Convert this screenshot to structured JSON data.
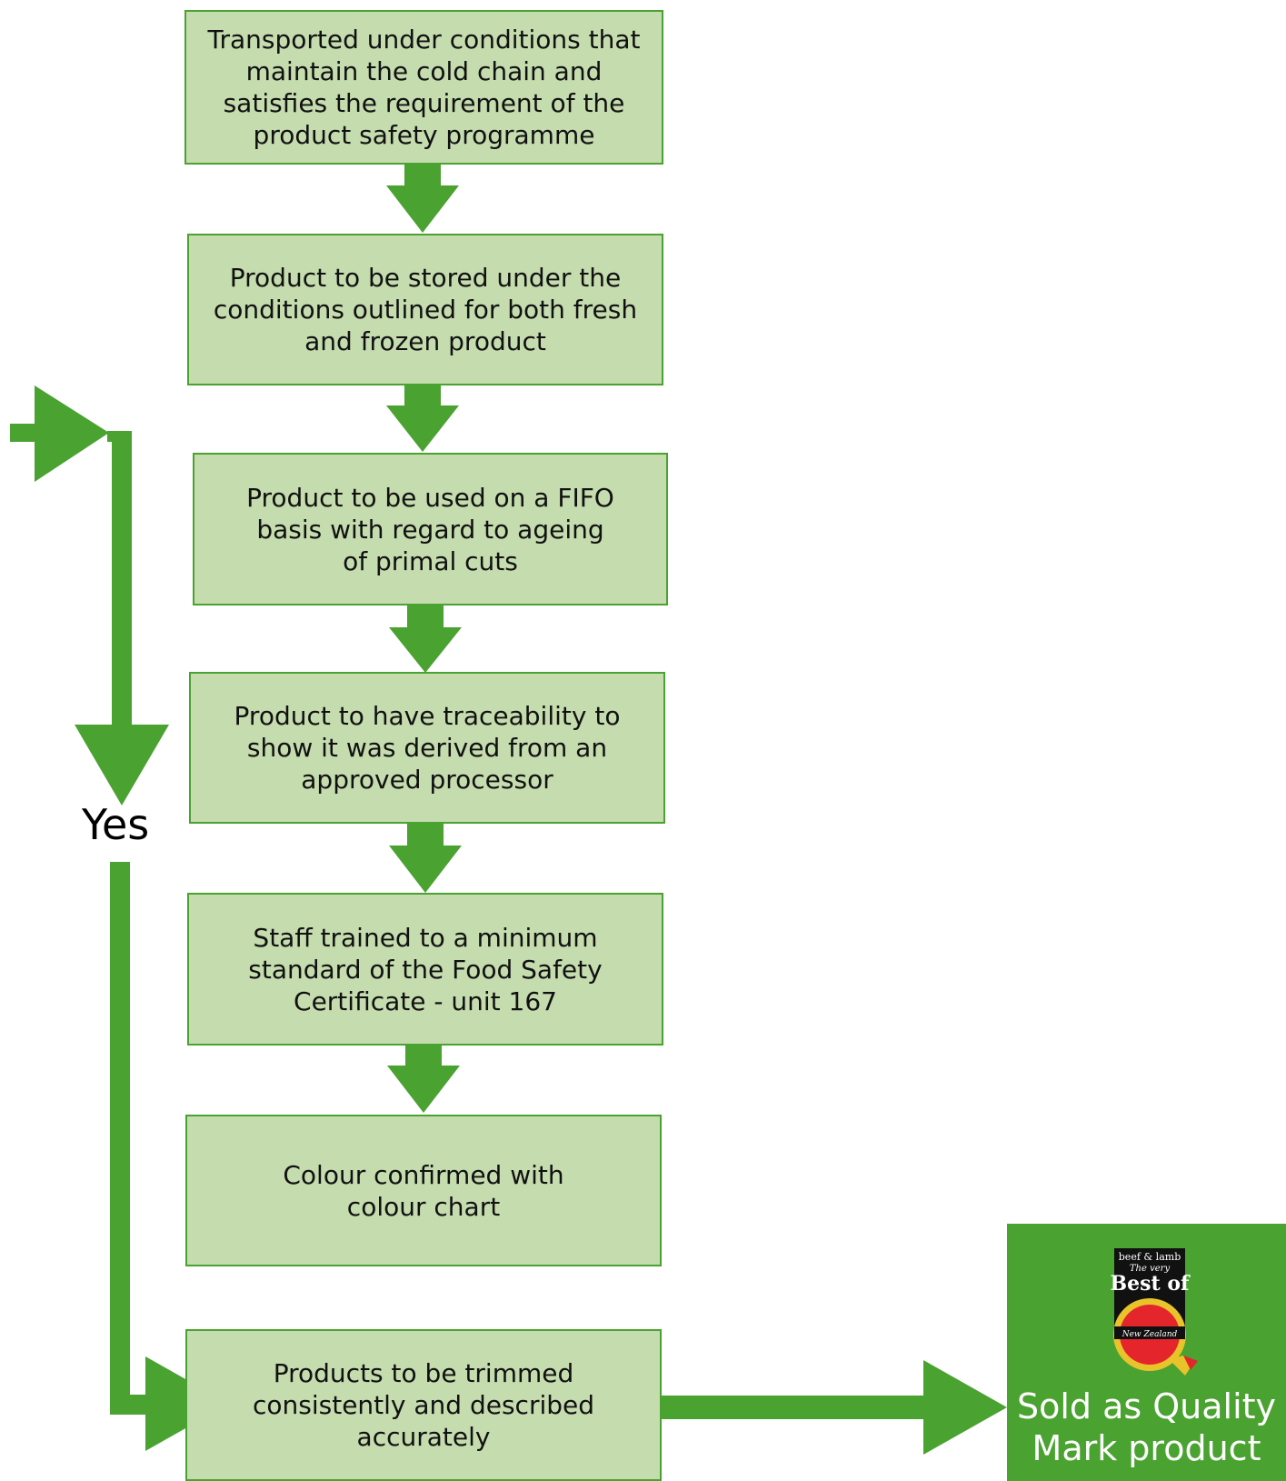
{
  "colors": {
    "box_fill": "#c5dcae",
    "box_border": "#4aa231",
    "arrow": "#4aa231",
    "final_fill": "#4aa231",
    "final_text": "#ffffff"
  },
  "steps": [
    {
      "text": "Transported under conditions that\nmaintain the cold chain and\nsatisfies the requirement of the\nproduct safety programme"
    },
    {
      "text": "Product to be stored under the\nconditions outlined for both fresh\nand frozen product"
    },
    {
      "text": "Product to be used on a FIFO\nbasis with regard to ageing\nof primal cuts"
    },
    {
      "text": "Product to have traceability to\nshow it was derived from an\napproved processor"
    },
    {
      "text": "Staff trained to a minimum\nstandard of the Food Safety\nCertificate  - unit 167"
    },
    {
      "text": "Colour confirmed with\ncolour chart"
    },
    {
      "text": "Products to be trimmed\nconsistently and described\naccurately"
    }
  ],
  "loop_label": "Yes",
  "final": {
    "label": "Sold as Quality\nMark product",
    "logo": {
      "line1": "beef & lamb",
      "line2": "The very",
      "line3": "Best of",
      "line4": "New Zealand",
      "icon": "quality-mark-logo"
    }
  }
}
